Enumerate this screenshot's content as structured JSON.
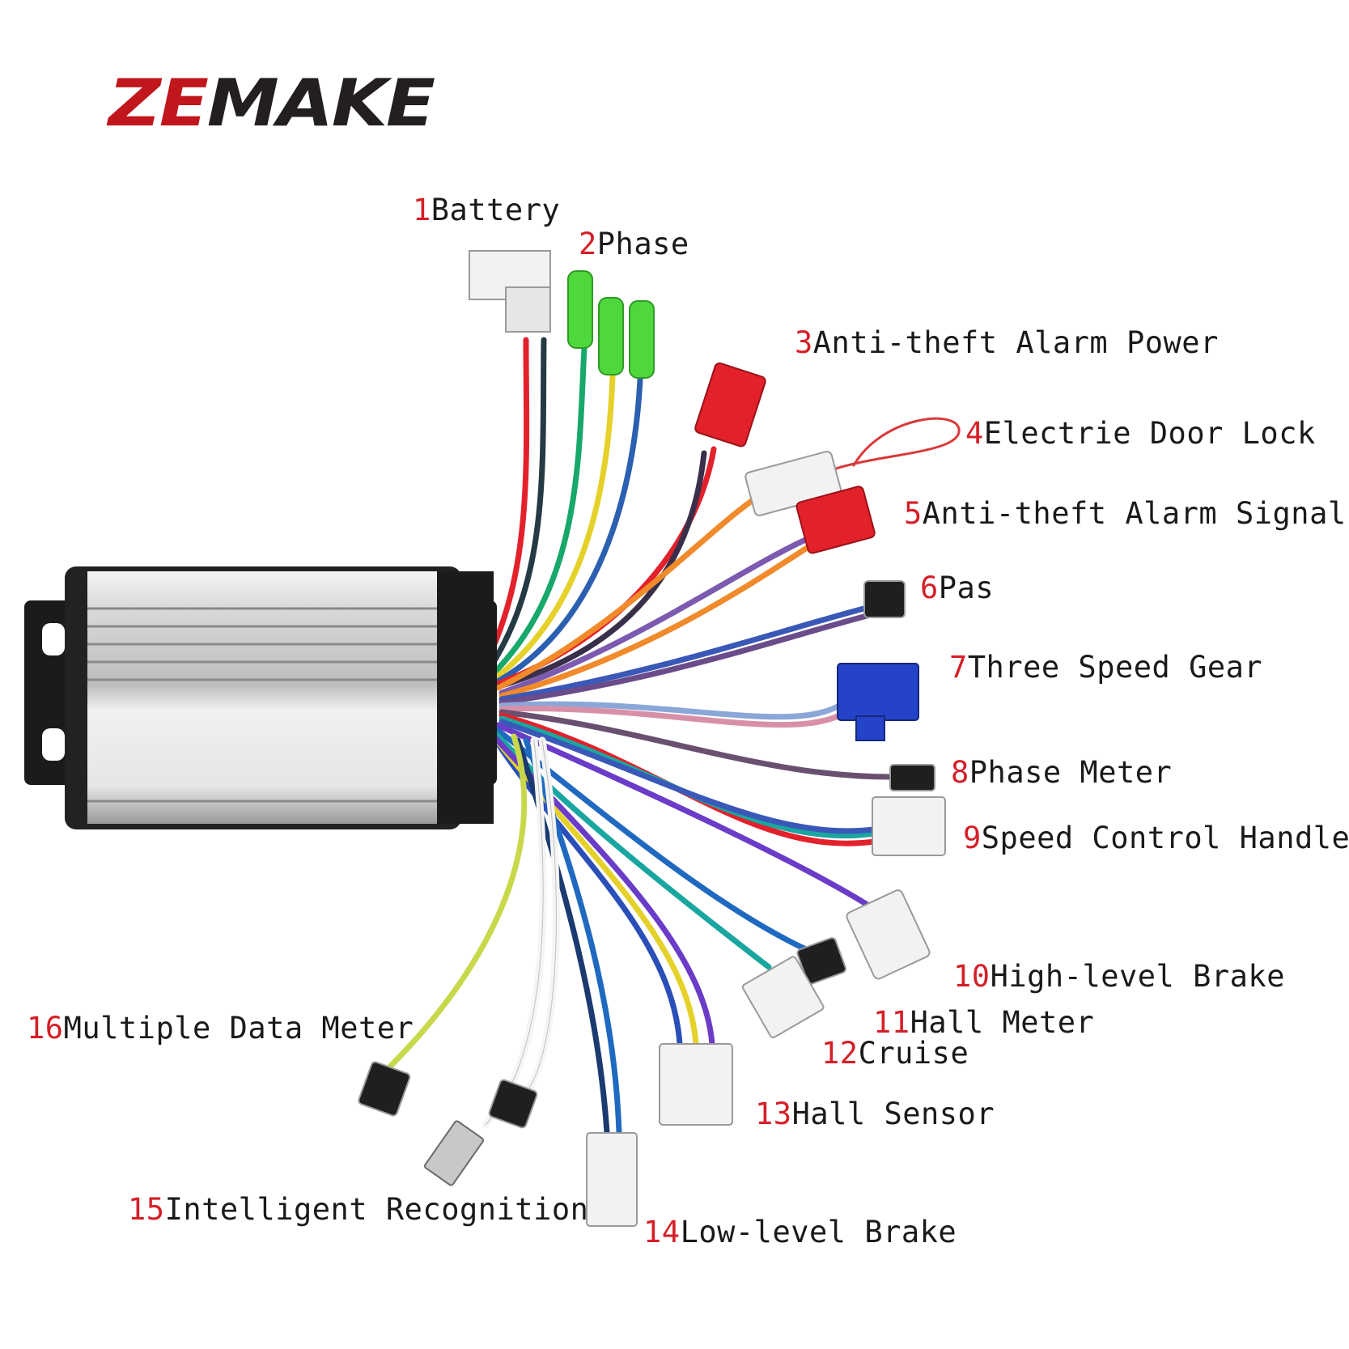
{
  "logo": {
    "part1": "ZE",
    "part2": "MAKE",
    "color_primary": "#c1161c",
    "color_secondary": "#231f20"
  },
  "labels": [
    {
      "num": "1",
      "text": "Battery"
    },
    {
      "num": "2",
      "text": "Phase"
    },
    {
      "num": "3",
      "text": "Anti-theft Alarm Power"
    },
    {
      "num": "4",
      "text": "Electrie Door Lock"
    },
    {
      "num": "5",
      "text": "Anti-theft Alarm Signal"
    },
    {
      "num": "6",
      "text": "Pas"
    },
    {
      "num": "7",
      "text": "Three Speed Gear"
    },
    {
      "num": "8",
      "text": "Phase Meter"
    },
    {
      "num": "9",
      "text": "Speed Control Handle"
    },
    {
      "num": "10",
      "text": "High-level Brake"
    },
    {
      "num": "11",
      "text": "Hall Meter"
    },
    {
      "num": "12",
      "text": "Cruise"
    },
    {
      "num": "13",
      "text": "Hall Sensor"
    },
    {
      "num": "14",
      "text": "Low-level Brake"
    },
    {
      "num": "15",
      "text": "Intelligent Recognition"
    },
    {
      "num": "16",
      "text": "Multiple Data Meter"
    }
  ],
  "colors": {
    "number": "#d51f27",
    "text": "#1a1a1a",
    "connector_red": "#e3212b",
    "connector_green": "#4fd83c",
    "connector_blue": "#2543c8",
    "connector_black": "#1f1f1f",
    "connector_white": "#f2f2f2"
  }
}
